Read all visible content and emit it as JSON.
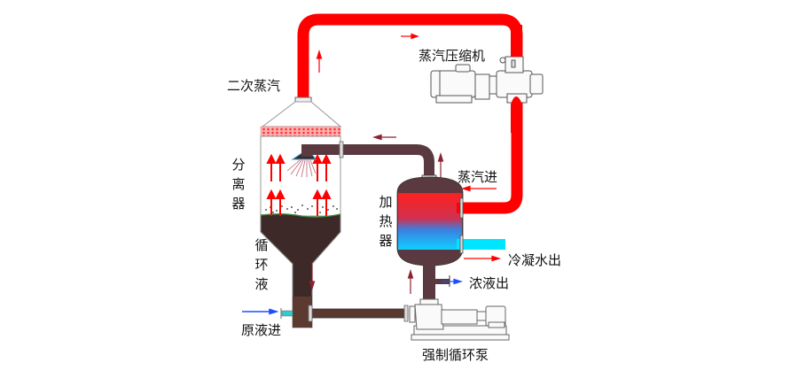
{
  "title": "MVR 蒸汽机械再压缩蒸发器流程图",
  "colors": {
    "steam": "#ff0000",
    "liquid": "#4a2e2b",
    "liquid_pipe": "#5a3a35",
    "cold_water": "#00e5ff",
    "feed": "#33cccc",
    "flow_arrow_blue": "#1e4fff",
    "flow_arrow_red": "#e01010",
    "flow_arrow_dark": "#8b2232",
    "outline": "#888888"
  },
  "labels": {
    "secondary_steam": "二次蒸汽",
    "compressor": "蒸汽压缩机",
    "separator": "分离器",
    "circulating_liquid": "循环液",
    "heater": "加热器",
    "steam_in": "蒸汽进",
    "condensate_out": "冷凝水出",
    "concentrate_out": "浓液出",
    "feed_in": "原液进",
    "pump": "强制循环泵"
  }
}
